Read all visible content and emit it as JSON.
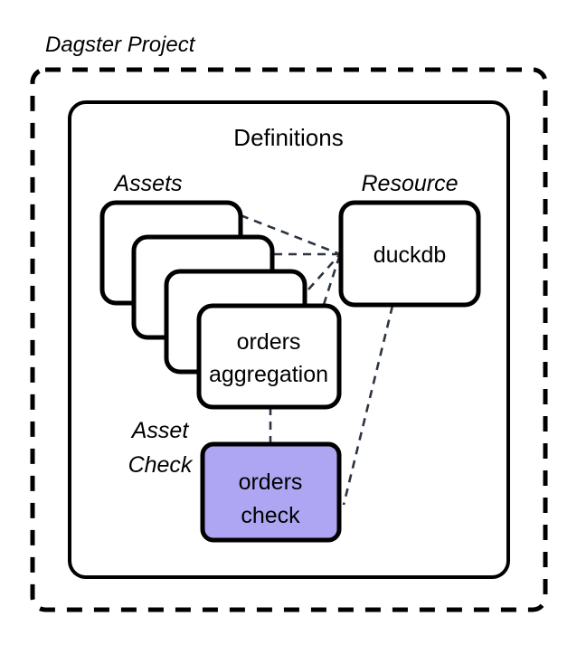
{
  "diagram": {
    "type": "block-diagram",
    "background_color": "#ffffff",
    "stroke_color": "#000000",
    "connector_color": "#2b3440",
    "outer_container": {
      "label": "Dagster Project",
      "style": "dashed"
    },
    "inner_container": {
      "label": "Definitions",
      "style": "solid-rounded"
    },
    "groups": [
      {
        "key": "assets",
        "label": "Assets"
      },
      {
        "key": "resource",
        "label": "Resource"
      },
      {
        "key": "asset_check",
        "label_line1": "Asset",
        "label_line2": "Check"
      }
    ],
    "nodes": [
      {
        "key": "asset_card_1",
        "label": "",
        "fill": "#ffffff",
        "kind": "asset"
      },
      {
        "key": "asset_card_2",
        "label": "",
        "fill": "#ffffff",
        "kind": "asset"
      },
      {
        "key": "asset_card_3",
        "label": "",
        "fill": "#ffffff",
        "kind": "asset"
      },
      {
        "key": "orders_aggregation",
        "label_line1": "orders",
        "label_line2": "aggregation",
        "fill": "#ffffff",
        "kind": "asset"
      },
      {
        "key": "duckdb",
        "label": "duckdb",
        "fill": "#ffffff",
        "kind": "resource"
      },
      {
        "key": "orders_check",
        "label_line1": "orders",
        "label_line2": "check",
        "fill": "#aea6f2",
        "kind": "asset-check"
      }
    ],
    "edges": [
      {
        "from": "asset_card_1",
        "to": "duckdb",
        "style": "dashed"
      },
      {
        "from": "asset_card_2",
        "to": "duckdb",
        "style": "dashed"
      },
      {
        "from": "asset_card_3",
        "to": "duckdb",
        "style": "dashed"
      },
      {
        "from": "orders_aggregation",
        "to": "duckdb",
        "style": "dashed"
      },
      {
        "from": "orders_aggregation",
        "to": "orders_check",
        "style": "dashed"
      },
      {
        "from": "duckdb",
        "to": "orders_check",
        "style": "dashed"
      }
    ]
  }
}
